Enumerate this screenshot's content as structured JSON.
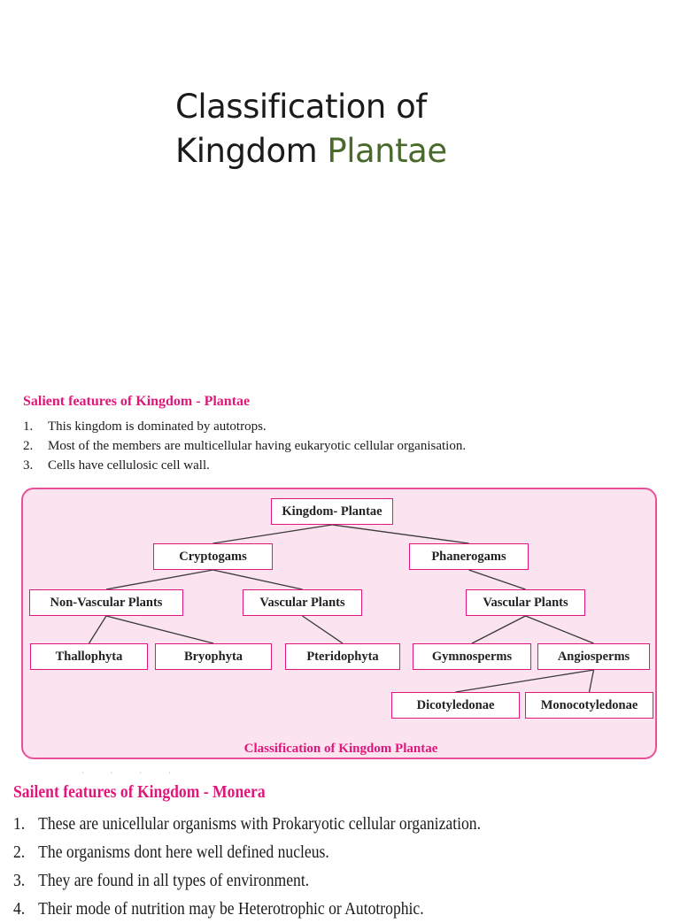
{
  "slide": {
    "title_line1": "Classification of",
    "title_line2_prefix": "Kingdom ",
    "title_line2_accent": "Plantae"
  },
  "colors": {
    "accent_green": "#4a6a2c",
    "heading_magenta": "#e0177a",
    "panel_fill": "#fbe3f0",
    "panel_border": "#e8509c"
  },
  "plantae": {
    "heading": "Salient features of Kingdom -  Plantae",
    "features": [
      {
        "num": "1.",
        "text": "This kingdom is dominated by autotrops."
      },
      {
        "num": "2.",
        "text": "Most of the members are multicellular having eukaryotic cellular organisation."
      },
      {
        "num": "3.",
        "text": "Cells have cellulosic cell wall."
      }
    ]
  },
  "diagram": {
    "caption": "Classification of Kingdom Plantae",
    "nodes": {
      "kingdom": "Kingdom- Plantae",
      "cryptogams": "Cryptogams",
      "phanerogams": "Phanerogams",
      "non_vascular": "Non-Vascular Plants",
      "vascular_crypto": "Vascular Plants",
      "vascular_phanero": "Vascular Plants",
      "thallophyta": "Thallophyta",
      "bryophyta": "Bryophyta",
      "pteridophyta": "Pteridophyta",
      "gymnosperms": "Gymnosperms",
      "angiosperms": "Angiosperms",
      "dicotyledonae": "Dicotyledonae",
      "monocotyledonae": "Monocotyledonae"
    },
    "edges": [
      [
        "kingdom",
        "cryptogams"
      ],
      [
        "kingdom",
        "phanerogams"
      ],
      [
        "cryptogams",
        "non_vascular"
      ],
      [
        "cryptogams",
        "vascular_crypto"
      ],
      [
        "phanerogams",
        "vascular_phanero"
      ],
      [
        "non_vascular",
        "thallophyta"
      ],
      [
        "non_vascular",
        "bryophyta"
      ],
      [
        "vascular_crypto",
        "pteridophyta"
      ],
      [
        "vascular_phanero",
        "gymnosperms"
      ],
      [
        "vascular_phanero",
        "angiosperms"
      ],
      [
        "angiosperms",
        "dicotyledonae"
      ],
      [
        "angiosperms",
        "monocotyledonae"
      ]
    ]
  },
  "monera": {
    "heading": "Sailent features of Kingdom - Monera",
    "features": [
      {
        "num": "1.",
        "text": "These are unicellular organisms with Prokaryotic cellular organization."
      },
      {
        "num": "2.",
        "text": "The organisms dont here well defined nucleus."
      },
      {
        "num": "3.",
        "text": "They are found in all types of environment."
      },
      {
        "num": "4.",
        "text": "Their mode of nutrition may be Heterotrophic or Autotrophic."
      }
    ]
  }
}
